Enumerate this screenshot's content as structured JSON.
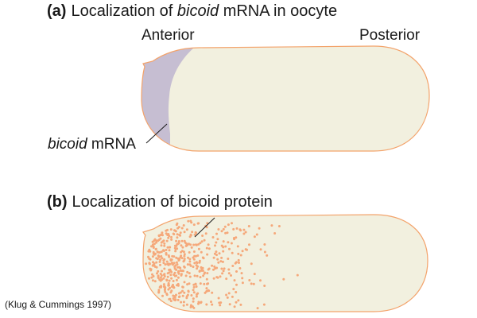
{
  "panel_a": {
    "letter": "(a)",
    "title_prefix": "Localization of ",
    "title_italic": "bicoid",
    "title_suffix": " mRNA in oocyte",
    "label_anterior": "Anterior",
    "label_posterior": "Posterior",
    "mrna_label_italic": "bicoid",
    "mrna_label_suffix": " mRNA"
  },
  "panel_b": {
    "letter": "(b)",
    "title": "Localization of bicoid protein"
  },
  "citation": "(Klug & Cummings 1997)",
  "colors": {
    "embryo_fill": "#f2f0df",
    "embryo_outline": "#f3a36b",
    "mrna_fill": "#c6bed2",
    "protein_dots": "#f5a87a",
    "text": "#1a1a1a"
  }
}
